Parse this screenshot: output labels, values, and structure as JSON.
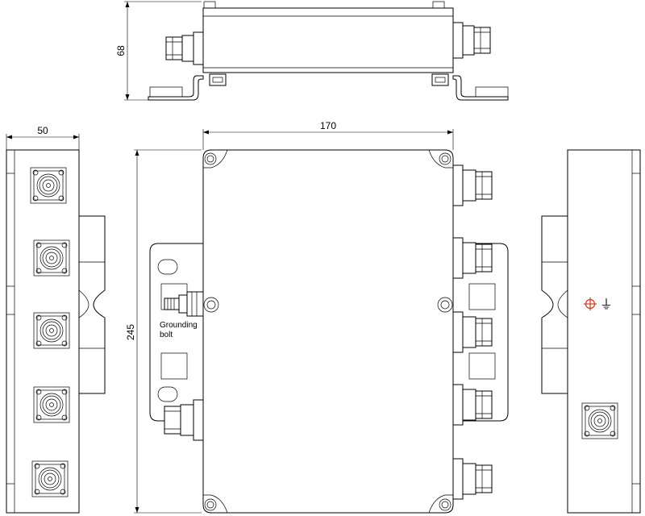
{
  "dimensions": {
    "height_top": "68",
    "width_side": "50",
    "length_front": "170",
    "height_front": "245"
  },
  "labels": {
    "grounding_line1": "Grounding",
    "grounding_line2": "bolt"
  },
  "symbols": {
    "ground_symbol": "⏚",
    "ground_mark_color": "#d23a1e"
  }
}
